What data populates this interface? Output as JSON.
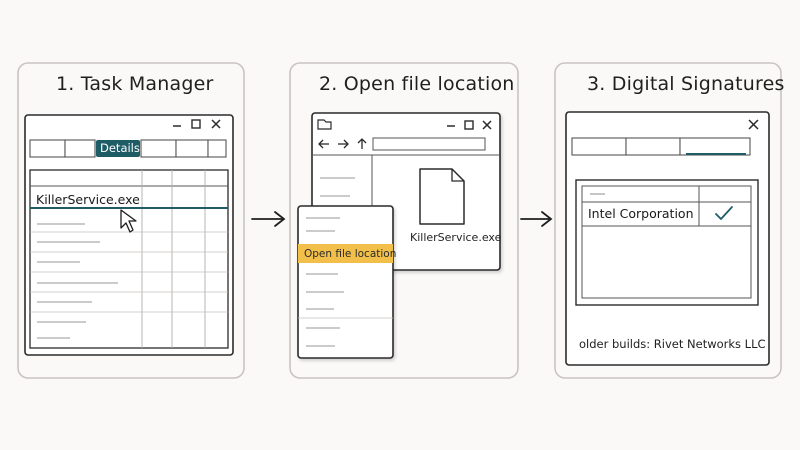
{
  "panels": [
    {
      "title": "1. Task Manager",
      "active_tab": "Details",
      "selected_row": "KillerService.exe"
    },
    {
      "title": "2. Open file location",
      "file_name": "KillerService.exe",
      "context_menu_highlight": "Open file location"
    },
    {
      "title": "3. Digital Signatures",
      "signer": "Intel Corporation",
      "note": "older builds: Rivet Networks LLC"
    }
  ],
  "icons": [
    "minimize-icon",
    "maximize-icon",
    "close-icon",
    "folder-icon",
    "back-arrow-icon",
    "forward-arrow-icon",
    "up-arrow-icon",
    "file-icon",
    "cursor-icon",
    "checkmark-icon",
    "right-arrow-icon"
  ],
  "colors": {
    "accent_teal": "#1e5c66",
    "highlight_yellow": "#f2c04a",
    "panel_border": "#c9c4c0",
    "ink": "#2b2b2b"
  }
}
